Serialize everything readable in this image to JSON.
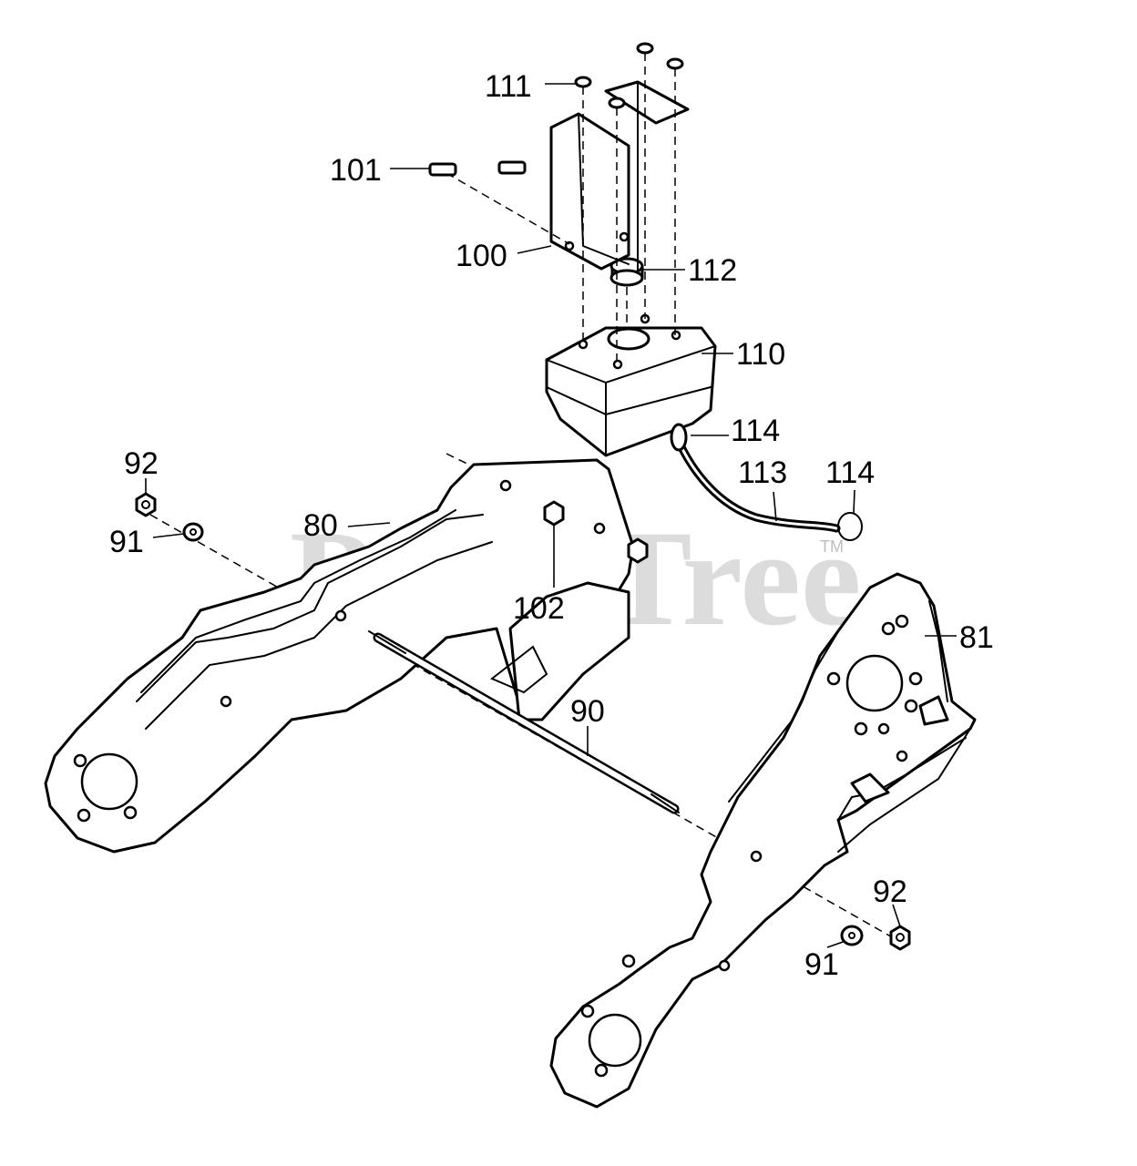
{
  "watermark": {
    "text": "PartsTree",
    "trademark": "TM"
  },
  "callouts": [
    {
      "id": "111",
      "text": "111"
    },
    {
      "id": "101",
      "text": "101"
    },
    {
      "id": "100",
      "text": "100"
    },
    {
      "id": "112",
      "text": "112"
    },
    {
      "id": "110",
      "text": "110"
    },
    {
      "id": "114a",
      "text": "114"
    },
    {
      "id": "113",
      "text": "113"
    },
    {
      "id": "114b",
      "text": "114"
    },
    {
      "id": "92a",
      "text": "92"
    },
    {
      "id": "80",
      "text": "80"
    },
    {
      "id": "91a",
      "text": "91"
    },
    {
      "id": "102",
      "text": "102"
    },
    {
      "id": "81",
      "text": "81"
    },
    {
      "id": "90",
      "text": "90"
    },
    {
      "id": "92b",
      "text": "92"
    },
    {
      "id": "91b",
      "text": "91"
    }
  ]
}
